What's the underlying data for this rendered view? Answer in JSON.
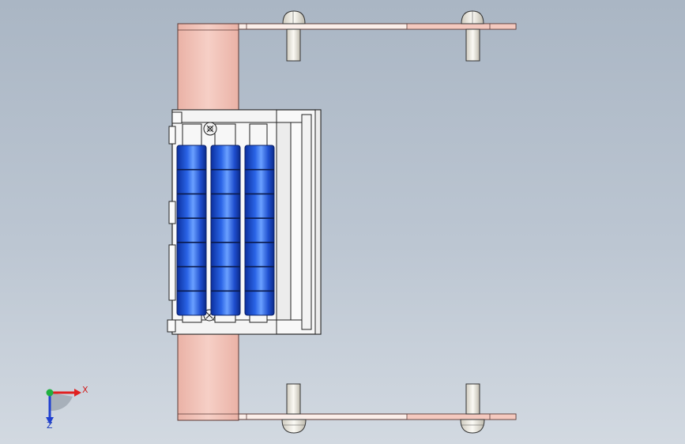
{
  "viewport": {
    "background_top": "#aab6c4",
    "background_bottom": "#d2d9e1"
  },
  "model": {
    "plate_color": "#f4c9bf",
    "frame_color": "#f7f7f7",
    "roller_color": "#2a64e6",
    "roller_highlight": "#7fb0ff",
    "bolt_color": "#f2f0ea",
    "outline_color": "#2a2a2a",
    "roller_count": 3,
    "segments_per_roller": 7,
    "bolt_count": 4
  },
  "triad": {
    "x_label": "X",
    "z_label": "Z",
    "x_color": "#e02020",
    "y_color": "#20b040",
    "z_color": "#2040d0",
    "icon": "coordinate-triad-icon"
  }
}
